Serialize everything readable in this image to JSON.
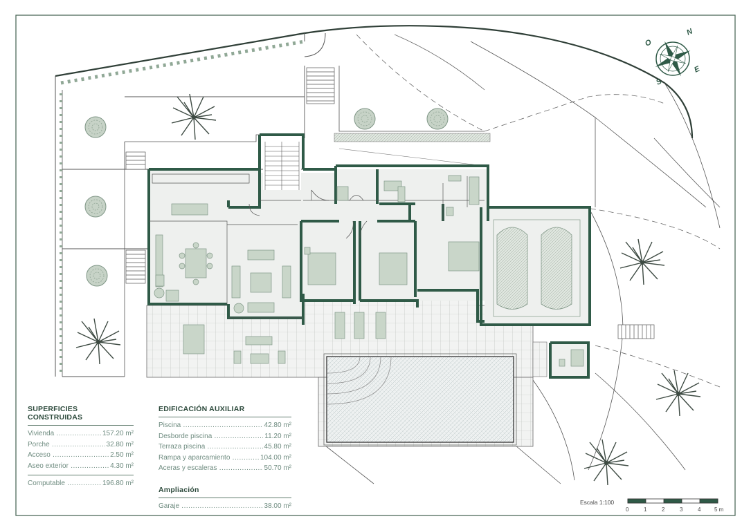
{
  "compass": {
    "north": "N",
    "east": "E",
    "south": "S",
    "west": "O"
  },
  "built_areas": {
    "title": "SUPERFICIES CONSTRUIDAS",
    "rows": [
      {
        "label": "Vivienda",
        "value": "157.20 m²"
      },
      {
        "label": "Porche",
        "value": "32.80 m²"
      },
      {
        "label": "Acceso",
        "value": "2.50 m²"
      },
      {
        "label": "Aseo exterior",
        "value": "4.30 m²"
      }
    ],
    "total": {
      "label": "Computable",
      "value": "196.80 m²"
    }
  },
  "auxiliary": {
    "title": "EDIFICACIÓN AUXILIAR",
    "rows": [
      {
        "label": "Piscina",
        "value": "42.80 m²"
      },
      {
        "label": "Desborde piscina",
        "value": "11.20 m²"
      },
      {
        "label": "Terraza piscina",
        "value": "45.80 m²"
      },
      {
        "label": "Rampa y aparcamiento",
        "value": "104.00 m²"
      },
      {
        "label": "Aceras y escaleras",
        "value": "50.70 m²"
      }
    ]
  },
  "extension": {
    "title": "Ampliación",
    "rows": [
      {
        "label": "Garaje",
        "value": "38.00 m²"
      }
    ]
  },
  "scale": {
    "label": "Escala 1:100",
    "ticks": [
      "0",
      "1",
      "2",
      "3",
      "4",
      "5 m"
    ]
  },
  "colors": {
    "wall": "#2f5a47",
    "floor": "#eef0ee",
    "furniture": "#c9d6c9",
    "line": "#444444",
    "accent_green": "#8fae97"
  }
}
